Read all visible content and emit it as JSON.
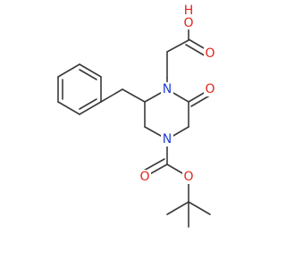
{
  "molecule": {
    "atom_colors": {
      "O": "#e0241b",
      "N": "#1f3fd0",
      "C": "#3a3a3a"
    },
    "labels": {
      "carboxyl_o": "O",
      "carboxyl_oh_h": "H",
      "carboxyl_oh_o": "O",
      "ring_n1": "N",
      "ring_n4": "N",
      "lactam_o": "O",
      "boc_carbonyl_o": "O",
      "boc_ester_o": "O"
    }
  }
}
